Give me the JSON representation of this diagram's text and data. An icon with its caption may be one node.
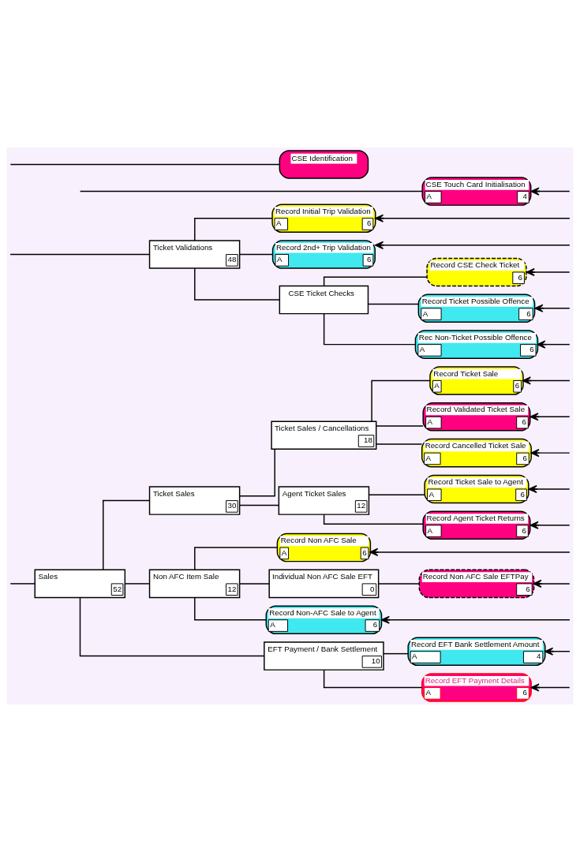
{
  "diagram": {
    "nodes": [
      {
        "text": [
          "Sales",
          "52"
        ]
      },
      {
        "text": [
          "Ticket Sales",
          "30"
        ]
      },
      {
        "text": [
          "Ticket Sales / Cancellations",
          "18"
        ]
      },
      {
        "text": [
          "Record Ticket Sale",
          "A",
          "6"
        ]
      },
      {
        "text": [
          "Record Validated Ticket Sale",
          "A",
          "6"
        ]
      },
      {
        "text": [
          "Record Cancelled Ticket Sale",
          "A",
          "6"
        ]
      },
      {
        "text": [
          "Agent Ticket Sales",
          "12"
        ]
      },
      {
        "text": [
          "Record Ticket Sale to Agent",
          "A",
          "6"
        ]
      },
      {
        "text": [
          "Record Agent Ticket Returns",
          "A",
          "6"
        ]
      },
      {
        "text": [
          "Non AFC Item Sale",
          "12"
        ]
      },
      {
        "text": [
          "Record Non AFC Sale",
          "A",
          "6"
        ]
      },
      {
        "text": [
          "Individual Non AFC Sale EFT",
          "0"
        ]
      },
      {
        "text": [
          "Record Non AFC Sale EFTPay",
          "6"
        ]
      },
      {
        "text": [
          "Record Non-AFC Sale to Agent",
          "A",
          "6"
        ]
      },
      {
        "text": [
          "EFT Payment / Bank Settlement",
          "10"
        ]
      },
      {
        "text": [
          "Record EFT Bank Settlement Amount",
          "A",
          "4"
        ]
      },
      {
        "text": [
          "Record EFT Payment Details",
          "A",
          "6"
        ]
      },
      {
        "text": [
          "Ticket Validations",
          "48"
        ]
      },
      {
        "text": [
          "Record Initial Trip Validation",
          "A",
          "6"
        ]
      },
      {
        "text": [
          "Record 2nd+ Trip Validation",
          "A",
          "6"
        ]
      },
      {
        "text": [
          "CSE Ticket Checks"
        ]
      },
      {
        "text": [
          "Record CSE Check Ticket",
          "6"
        ]
      },
      {
        "text": [
          "Record Ticket Possible Offence",
          "A",
          "6"
        ]
      },
      {
        "text": [
          "Rec Non-Ticket Possible Offence",
          "A",
          "6"
        ]
      },
      {
        "text": [
          "CSE Touch Card Initialisation",
          "A",
          "4"
        ]
      },
      {
        "text": [
          "CSE Identification"
        ]
      }
    ],
    "edges": [
      {
        "from": null,
        "to": 0,
        "arrow": "none"
      },
      {
        "from": 0,
        "to": 1,
        "arrow": "none"
      },
      {
        "from": 1,
        "to": 2,
        "arrow": "none"
      },
      {
        "from": 2,
        "to": 3,
        "arrow": "none"
      },
      {
        "from": 2,
        "to": 4,
        "arrow": "none"
      },
      {
        "from": 2,
        "to": 5,
        "arrow": "none"
      },
      {
        "from": 1,
        "to": 6,
        "arrow": "none"
      },
      {
        "from": 6,
        "to": 7,
        "arrow": "none"
      },
      {
        "from": 6,
        "to": 8,
        "arrow": "none"
      },
      {
        "from": 0,
        "to": 9,
        "arrow": "none"
      },
      {
        "from": 9,
        "to": 10,
        "arrow": "none"
      },
      {
        "from": 9,
        "to": 11,
        "arrow": "none"
      },
      {
        "from": 11,
        "to": 12,
        "arrow": "none"
      },
      {
        "from": 9,
        "to": 13,
        "arrow": "none"
      },
      {
        "from": 0,
        "to": 14,
        "arrow": "none"
      },
      {
        "from": 14,
        "to": 15,
        "arrow": "none"
      },
      {
        "from": 14,
        "to": 16,
        "arrow": "none"
      },
      {
        "from": null,
        "to": 17,
        "arrow": "none"
      },
      {
        "from": 17,
        "to": 18,
        "arrow": "none"
      },
      {
        "from": 17,
        "to": 19,
        "arrow": "none"
      },
      {
        "from": 17,
        "to": 20,
        "arrow": "none"
      },
      {
        "from": 20,
        "to": 21,
        "arrow": "none"
      },
      {
        "from": 20,
        "to": 22,
        "arrow": "none"
      },
      {
        "from": 20,
        "to": 23,
        "arrow": "none"
      },
      {
        "from": null,
        "to": 24,
        "arrow": "none"
      },
      {
        "from": null,
        "to": 25,
        "arrow": "none"
      },
      {
        "from": null,
        "to": 3,
        "arrow": "to"
      },
      {
        "from": null,
        "to": 4,
        "arrow": "to"
      },
      {
        "from": null,
        "to": 5,
        "arrow": "to"
      },
      {
        "from": null,
        "to": 7,
        "arrow": "to"
      },
      {
        "from": null,
        "to": 8,
        "arrow": "to"
      },
      {
        "from": null,
        "to": 10,
        "arrow": "to"
      },
      {
        "from": null,
        "to": 12,
        "arrow": "to"
      },
      {
        "from": null,
        "to": 13,
        "arrow": "to"
      },
      {
        "from": null,
        "to": 15,
        "arrow": "to"
      },
      {
        "from": null,
        "to": 16,
        "arrow": "to"
      },
      {
        "from": null,
        "to": 18,
        "arrow": "to"
      },
      {
        "from": null,
        "to": 19,
        "arrow": "to"
      },
      {
        "from": null,
        "to": 21,
        "arrow": "to"
      },
      {
        "from": null,
        "to": 22,
        "arrow": "to"
      },
      {
        "from": null,
        "to": 23,
        "arrow": "to"
      },
      {
        "from": null,
        "to": 24,
        "arrow": "to"
      }
    ]
  }
}
